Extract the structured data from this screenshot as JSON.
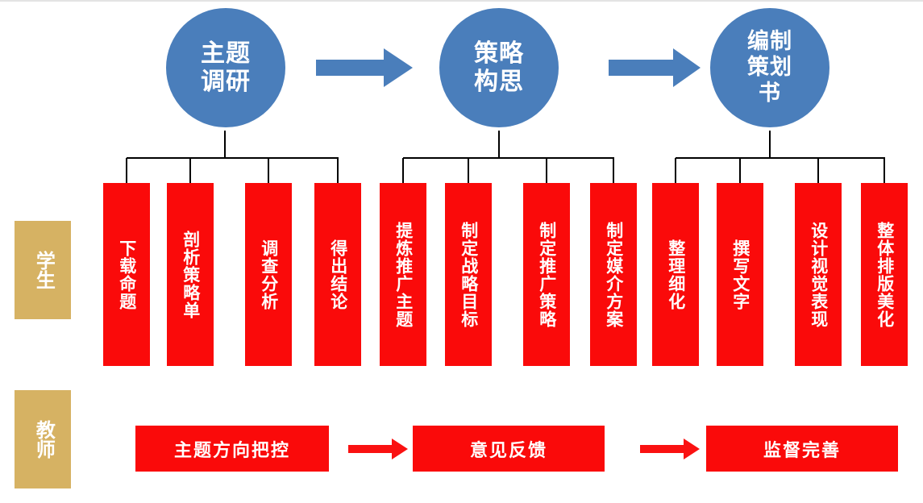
{
  "colors": {
    "phase_blue": "#4A7EBB",
    "task_red": "#FA0A0A",
    "role_tan": "#D6B263",
    "connector_black": "#000000",
    "background": "#FFFFFF"
  },
  "phases": [
    {
      "id": "phase-1",
      "label": "主题\n调研",
      "lines": [
        "主题",
        "调研"
      ]
    },
    {
      "id": "phase-2",
      "label": "策略\n构思",
      "lines": [
        "策略",
        "构思"
      ]
    },
    {
      "id": "phase-3",
      "label": "编制\n策划\n书",
      "lines": [
        "编制",
        "策划",
        "书"
      ]
    }
  ],
  "phase_arrows": [
    {
      "id": "phase-arrow-1",
      "direction": "right"
    },
    {
      "id": "phase-arrow-2",
      "direction": "right"
    }
  ],
  "roles": {
    "student": {
      "label": "学生"
    },
    "teacher": {
      "label": "教师"
    }
  },
  "student_tasks": [
    {
      "group": 1,
      "label": "下载命题"
    },
    {
      "group": 1,
      "label": "剖析策略单"
    },
    {
      "group": 1,
      "label": "调查分析"
    },
    {
      "group": 1,
      "label": "得出结论"
    },
    {
      "group": 2,
      "label": "提炼推广主题"
    },
    {
      "group": 2,
      "label": "制定战略目标"
    },
    {
      "group": 2,
      "label": "制定推广策略"
    },
    {
      "group": 2,
      "label": "制定媒介方案"
    },
    {
      "group": 3,
      "label": "整理细化"
    },
    {
      "group": 3,
      "label": "撰写文字"
    },
    {
      "group": 3,
      "label": "设计视觉表现"
    },
    {
      "group": 3,
      "label": "整体排版美化"
    }
  ],
  "teacher_tasks": [
    {
      "label": "主题方向把控"
    },
    {
      "label": "意见反馈"
    },
    {
      "label": "监督完善"
    }
  ],
  "teacher_arrows": [
    {
      "id": "teacher-arrow-1",
      "direction": "right"
    },
    {
      "id": "teacher-arrow-2",
      "direction": "right"
    }
  ]
}
